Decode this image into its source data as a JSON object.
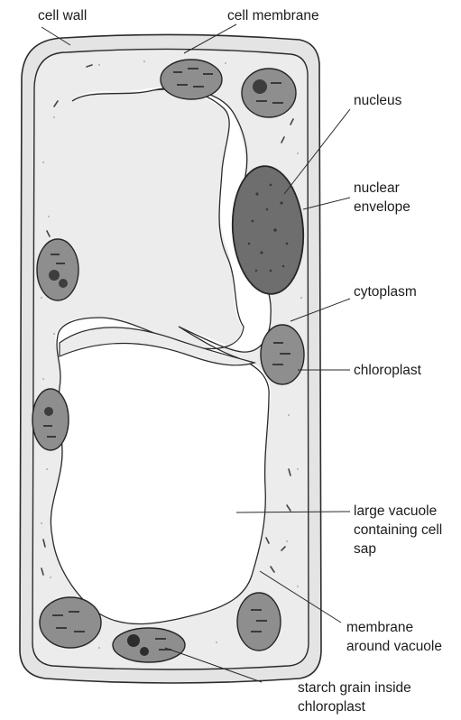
{
  "labels": {
    "cell_wall": "cell wall",
    "cell_membrane": "cell membrane",
    "nucleus": "nucleus",
    "nuclear_envelope": [
      "nuclear",
      "envelope"
    ],
    "cytoplasm": "cytoplasm",
    "chloroplast": "chloroplast",
    "large_vacuole": [
      "large vacuole",
      "containing cell",
      "sap"
    ],
    "membrane_around_vacuole": [
      "membrane",
      "around vacuole"
    ],
    "starch_grain": [
      "starch grain inside",
      "chloroplast"
    ]
  },
  "colors": {
    "wall": "#e4e4e4",
    "outline": "#2b2b2b",
    "cytoplasm": "#ececec",
    "vacuole": "#ffffff",
    "nucleus": "#6e6e6e",
    "chloroplast": "#8e8e8e"
  }
}
